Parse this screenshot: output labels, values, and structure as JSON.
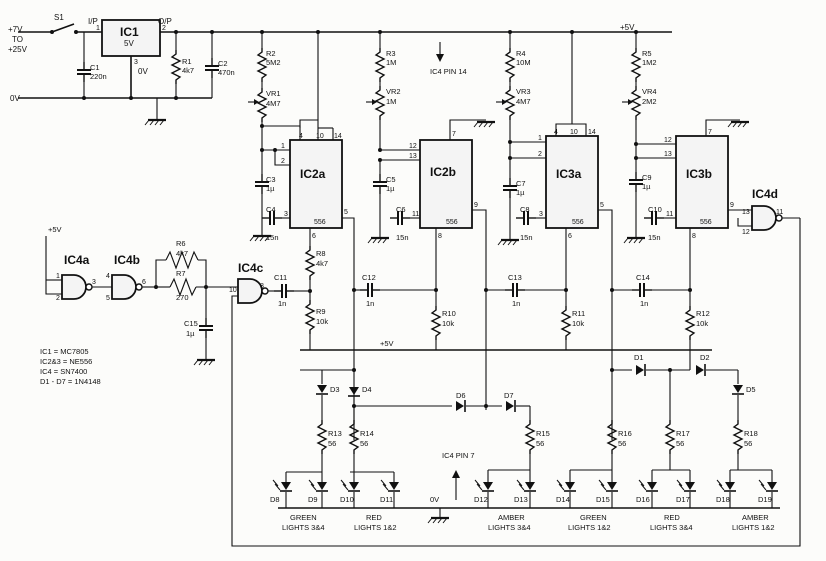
{
  "supply": {
    "input": "+7V",
    "to": "TO",
    "input_max": "+25V",
    "switch": "S1",
    "ground": "0V",
    "rail": "+5V",
    "reg_in": "I/P",
    "reg_out": "O/P",
    "vr_label": "VR",
    "in_pin": "1",
    "out_pin": "2",
    "gnd_pin": "3"
  },
  "regulator": {
    "name": "IC1",
    "sub": "5V",
    "body": "0V"
  },
  "parts": {
    "C1": [
      "C1",
      "220n"
    ],
    "R1": [
      "R1",
      "4k7"
    ],
    "C2": [
      "C2",
      "470n"
    ],
    "R2": [
      "R2",
      "5M2"
    ],
    "VR1": [
      "VR1",
      "4M7"
    ],
    "C3": [
      "C3",
      "1µ"
    ],
    "C4": [
      "C4",
      "15n"
    ],
    "R3": [
      "R3",
      "1M"
    ],
    "VR2": [
      "VR2",
      "1M"
    ],
    "C5": [
      "C5",
      "1µ"
    ],
    "C6": [
      "C6",
      "15n"
    ],
    "R4": [
      "R4",
      "10M"
    ],
    "VR3": [
      "VR3",
      "4M7"
    ],
    "C7": [
      "C7",
      "1µ"
    ],
    "C8": [
      "C8",
      "15n"
    ],
    "R5": [
      "R5",
      "1M2"
    ],
    "VR4": [
      "VR4",
      "2M2"
    ],
    "C9": [
      "C9",
      "1µ"
    ],
    "C10": [
      "C10",
      "15n"
    ],
    "R6": [
      "R6",
      "4k7"
    ],
    "R7": [
      "R7",
      "270"
    ],
    "C15": [
      "C15",
      "1µ"
    ],
    "R8": [
      "R8",
      "4k7"
    ],
    "R9": [
      "R9",
      "10k"
    ],
    "C11": [
      "C11",
      "1n"
    ],
    "C12": [
      "C12",
      "1n"
    ],
    "R10": [
      "R10",
      "10k"
    ],
    "C13": [
      "C13",
      "1n"
    ],
    "R11": [
      "R11",
      "10k"
    ],
    "C14": [
      "C14",
      "1n"
    ],
    "R12": [
      "R12",
      "10k"
    ],
    "R13": [
      "R13",
      "56"
    ],
    "R14": [
      "R14",
      "56"
    ],
    "R15": [
      "R15",
      "56"
    ],
    "R16": [
      "R16",
      "56"
    ],
    "R17": [
      "R17",
      "56"
    ],
    "R18": [
      "R18",
      "56"
    ]
  },
  "ics": {
    "IC2a": "IC2a",
    "IC2b": "IC2b",
    "IC3a": "IC3a",
    "IC3b": "IC3b",
    "IC4a": "IC4a",
    "IC4b": "IC4b",
    "IC4c": "IC4c",
    "IC4d": "IC4d",
    "t556": "556"
  },
  "diodes": [
    "D1",
    "D2",
    "D3",
    "D4",
    "D5",
    "D6",
    "D7"
  ],
  "leds": [
    "D8",
    "D9",
    "D10",
    "D11",
    "D12",
    "D13",
    "D14",
    "D15",
    "D16",
    "D17",
    "D18",
    "D19"
  ],
  "groups": [
    [
      "GREEN",
      "LIGHTS 3&4"
    ],
    [
      "RED",
      "LIGHTS 1&2"
    ],
    [
      "AMBER",
      "LIGHTS 3&4"
    ],
    [
      "GREEN",
      "LIGHTS 1&2"
    ],
    [
      "RED",
      "LIGHTS 3&4"
    ],
    [
      "AMBER",
      "LIGHTS 1&2"
    ]
  ],
  "notes": {
    "pin14": "IC4 PIN 14",
    "pin7": "IC4 PIN 7",
    "ov": "0V",
    "ov2": "0V",
    "plus5": "+5V",
    "plus5b": "+5V"
  },
  "legend": [
    "IC1 = MC7805",
    "IC2&3 = NE556",
    "IC4 = SN7400",
    "D1 - D7 = 1N4148"
  ],
  "pins": {
    "p1": "1",
    "p2": "2",
    "p3": "3",
    "p4": "4",
    "p5": "5",
    "p6": "6",
    "p7": "7",
    "p8": "8",
    "p9": "9",
    "p10": "10",
    "p11": "11",
    "p12": "12",
    "p13": "13",
    "p14": "14"
  }
}
